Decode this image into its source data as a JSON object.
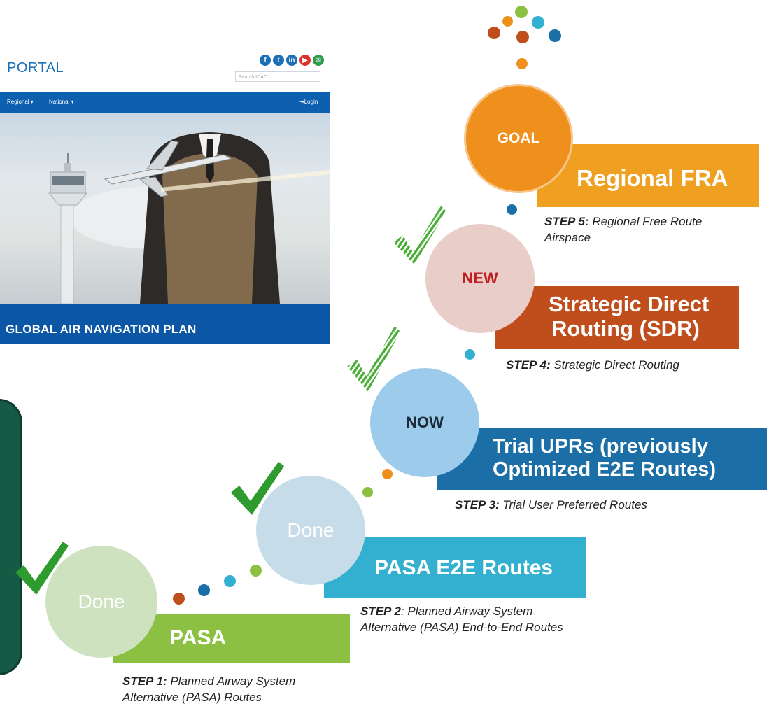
{
  "portal": {
    "title": "PORTAL",
    "search_placeholder": "Search ICAO",
    "nav": {
      "regional": "Regional ▾",
      "national": "National ▾",
      "login": "⇥Login"
    },
    "banner": "GLOBAL AIR NAVIGATION PLAN",
    "social_icons": [
      "facebook-icon",
      "twitter-icon",
      "linkedin-icon",
      "youtube-icon",
      "email-icon"
    ]
  },
  "steps": [
    {
      "status": "Done",
      "bar_label": "PASA",
      "step_label": "STEP 1:",
      "step_text_1": " Planned Airway System",
      "step_text_2": "Alternative (PASA) Routes",
      "color": "#8cc043",
      "circle_color": "#cfe2bf",
      "checked": true
    },
    {
      "status": "Done",
      "bar_label": "PASA E2E Routes",
      "step_label": "STEP 2",
      "step_text_1": ": Planned Airway System",
      "step_text_2": "Alternative (PASA) End-to-End  Routes",
      "color": "#33b0d0",
      "circle_color": "#c6dde9",
      "checked": true
    },
    {
      "status": "NOW",
      "bar_label_1": "Trial UPRs (previously",
      "bar_label_2": "Optimized  E2E Routes)",
      "step_label": "STEP 3:",
      "step_text_1": " Trial User Preferred Routes",
      "color": "#1b6fa6",
      "circle_color": "#9ccbec",
      "checked": true
    },
    {
      "status": "NEW",
      "bar_label_1": "Strategic Direct",
      "bar_label_2": "Routing (SDR)",
      "step_label": "STEP 4:",
      "step_text_1": " Strategic Direct Routing",
      "color": "#c04d1c",
      "circle_color": "#e9cdc8",
      "checked": true
    },
    {
      "status": "GOAL",
      "bar_label": "Regional FRA",
      "step_label": "STEP 5:",
      "step_text_1": " Regional Free Route",
      "step_text_2": "Airspace",
      "color": "#f0a020",
      "circle_color": "#ef8f1c",
      "checked": false
    }
  ]
}
